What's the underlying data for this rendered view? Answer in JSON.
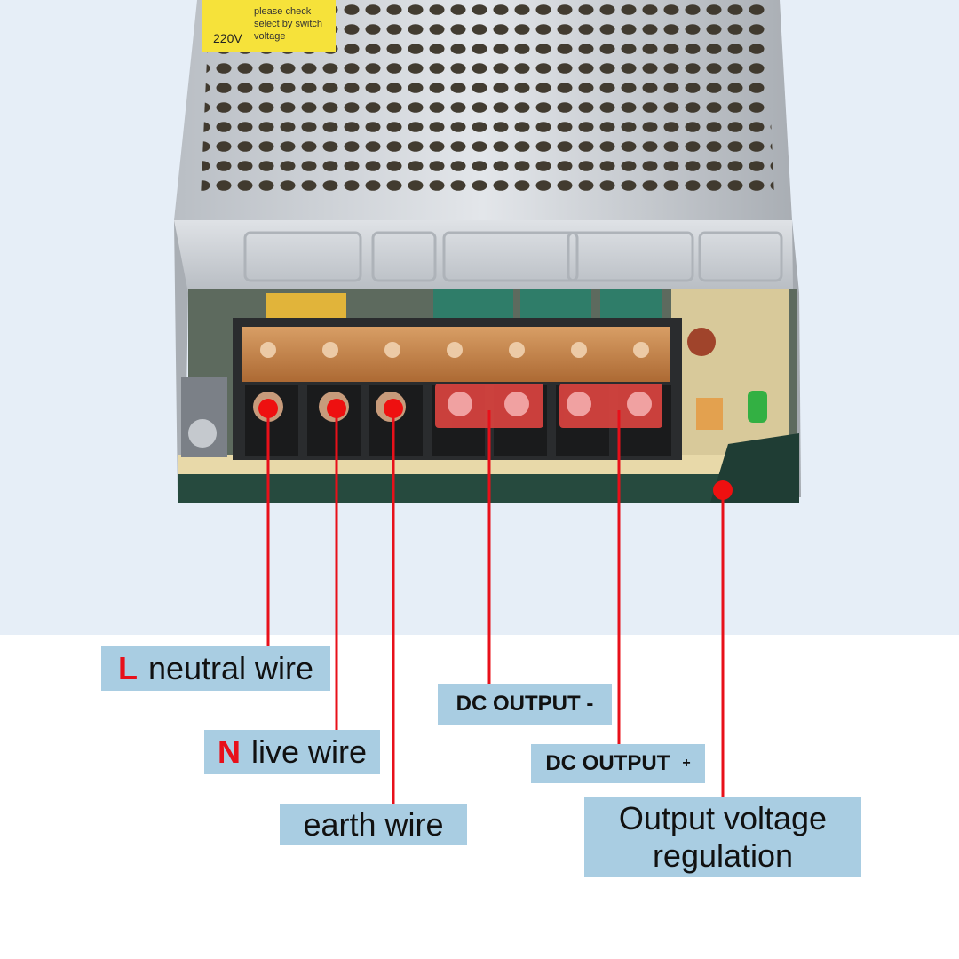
{
  "colors": {
    "backdrop": "#e6eef7",
    "label_bg": "#a9cde2",
    "pointer": "#e8101a",
    "chassis": "#cfd3d8",
    "terminal_block": "#2a2c2e",
    "terminal_cover": "#d28a4a"
  },
  "product_sticker": {
    "lines": [
      "220V",
      "please check",
      "select by switch",
      "voltage"
    ]
  },
  "chassis_icons": [
    "ac-input-icon",
    "earth-ground-icon",
    "dc-negative-icon",
    "dc-positive-icon",
    "voltage-adjust-icon"
  ],
  "labels": {
    "neutral": {
      "letter": "L",
      "text": "neutral wire"
    },
    "live": {
      "letter": "N",
      "text": "live wire"
    },
    "earth": {
      "text": "earth wire"
    },
    "dc_negative": {
      "text": "DC OUTPUT -"
    },
    "dc_positive": {
      "text": "DC OUTPUT",
      "sign": "+"
    },
    "voltage_adjust": {
      "line1": "Output voltage",
      "line2": "regulation"
    }
  }
}
